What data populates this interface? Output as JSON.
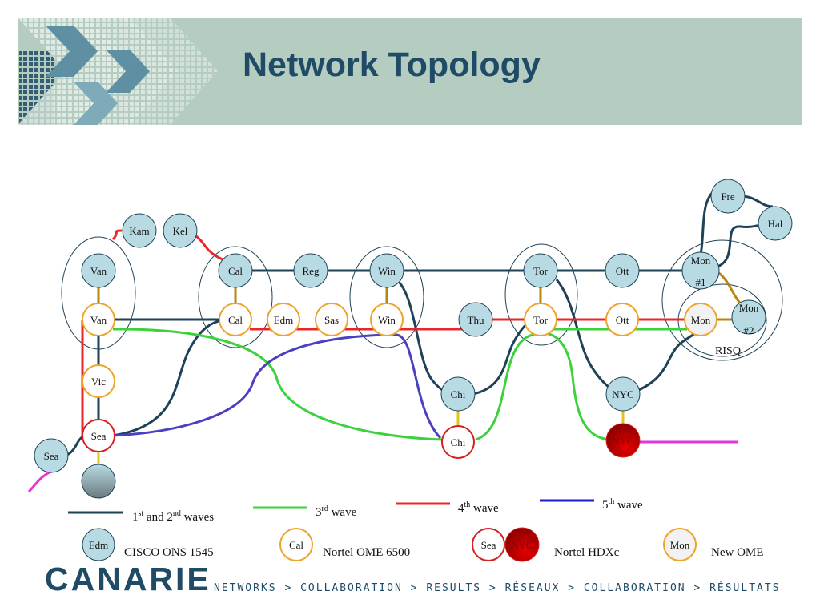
{
  "slide": {
    "title": "Network Topology"
  },
  "nodes": {
    "kam": "Kam",
    "kel": "Kel",
    "van_cisco": "Van",
    "van_ome": "Van",
    "cal_cisco": "Cal",
    "cal_ome": "Cal",
    "edm": "Edm",
    "sas": "Sas",
    "reg": "Reg",
    "win_cisco": "Win",
    "win_ome": "Win",
    "thu": "Thu",
    "tor_cisco": "Tor",
    "tor_ome": "Tor",
    "ott_cisco": "Ott",
    "ott_ome": "Ott",
    "mon1_line1": "Mon",
    "mon1_line2": "#1",
    "mon_ome": "Mon",
    "mon2_line1": "Mon",
    "mon2_line2": "#2",
    "fre": "Fre",
    "hal": "Hal",
    "risq": "RISQ",
    "vic": "Vic",
    "sea_hdxc": "Sea",
    "sea_cisco": "Sea",
    "chi_cisco": "Chi",
    "chi_hdxc": "Chi",
    "nyc_cisco": "NYC",
    "nyc_hdxc": "NYC"
  },
  "legend": {
    "wave12_a": "1",
    "wave12_a_sup": "st",
    "wave12_b": " and 2",
    "wave12_b_sup": "nd",
    "wave12_c": " waves",
    "wave3_num": "3",
    "wave3_sup": "rd",
    "wave3_text": " wave",
    "wave4_num": "4",
    "wave4_sup": "th",
    "wave4_text": " wave",
    "wave5_num": "5",
    "wave5_sup": "th",
    "wave5_text": " wave",
    "cisco_sample": "Edm",
    "cisco_label": "CISCO ONS 1545",
    "ome_sample": "Cal",
    "ome_label": "Nortel OME 6500",
    "hdxc_sample_a": "Sea",
    "hdxc_sample_b": "NYC",
    "hdxc_label": "Nortel HDXc",
    "newome_sample": "Mon",
    "newome_label": "New OME"
  },
  "footer": {
    "logo": "CANARIE",
    "tagline": "NETWORKS > COLLABORATION > RESULTS > RÉSEAUX > COLLABORATION > RÉSULTATS"
  },
  "colors": {
    "wave12": "#1f4257",
    "wave3": "#3dd13d",
    "wave4": "#e8262b",
    "wave5": "#4b3fc2",
    "ome_ring": "#f0a32a",
    "node_fill": "#b8dbe3",
    "new_ome_fill": "#f2f2f2",
    "hdxc_ring": "#d42020",
    "hdxc_fill": "#cc0000",
    "orange_link": "#b8860b",
    "yellow_link": "#e6c21e",
    "magenta": "#e535d6",
    "title": "#1f4b66"
  }
}
